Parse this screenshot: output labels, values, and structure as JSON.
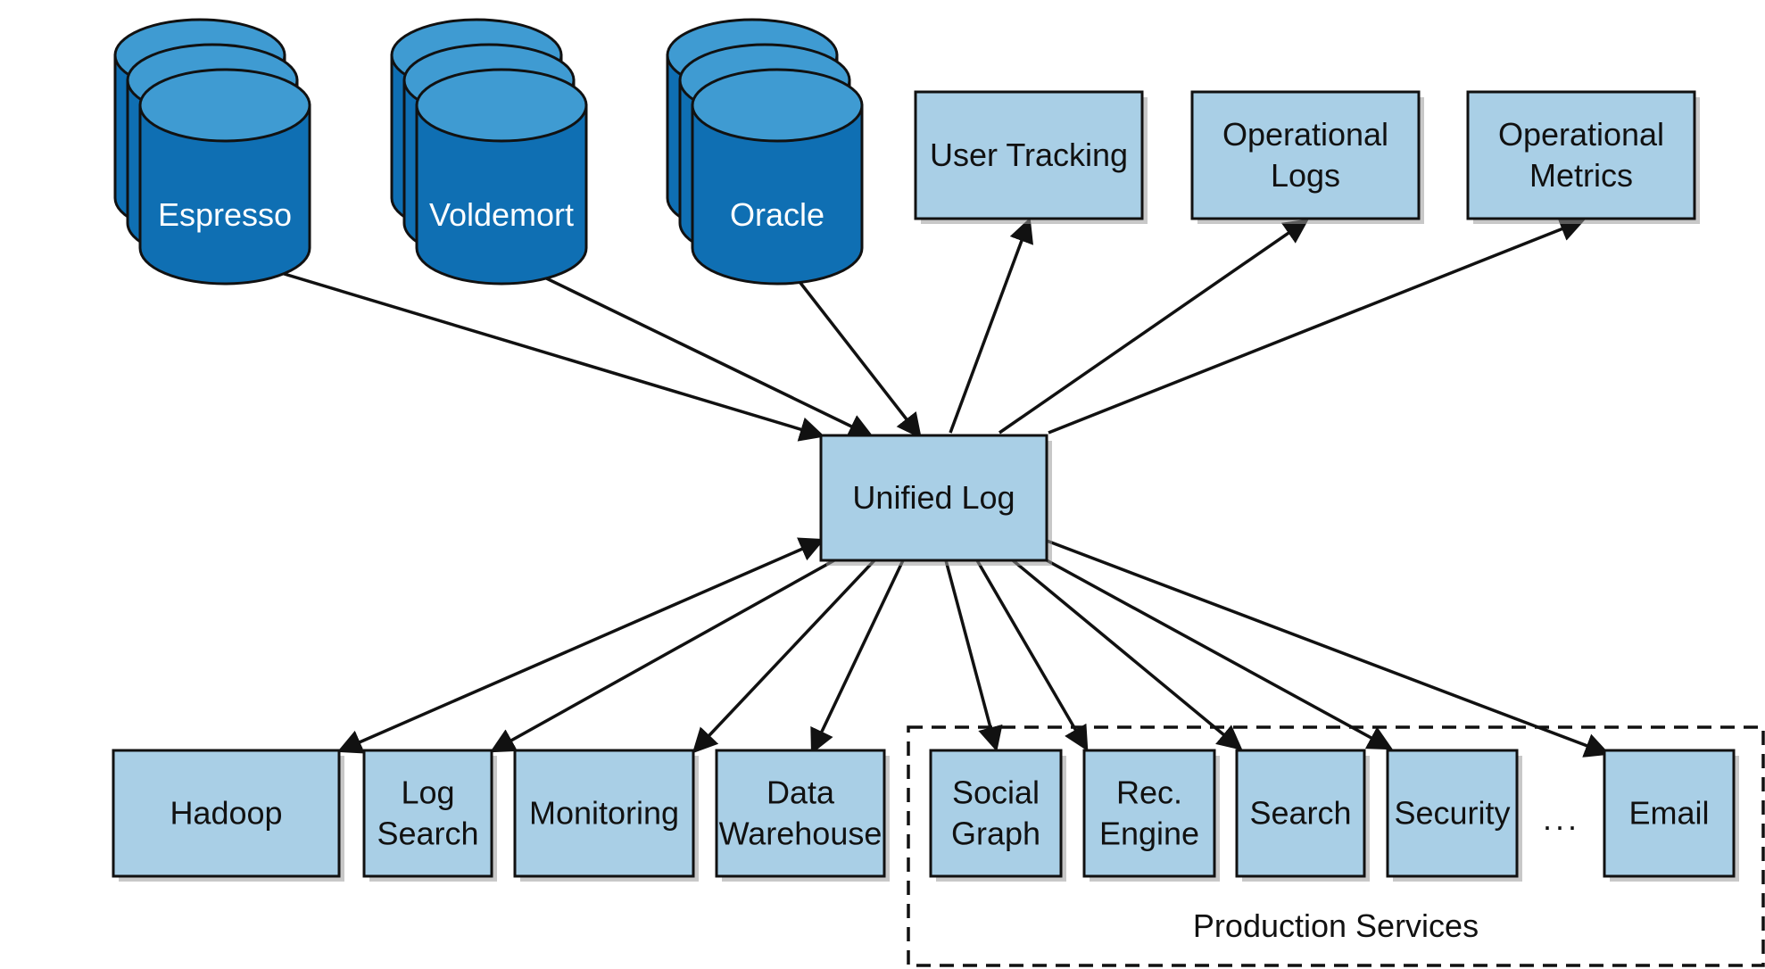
{
  "databases": [
    {
      "id": "espresso",
      "label": "Espresso"
    },
    {
      "id": "voldemort",
      "label": "Voldemort"
    },
    {
      "id": "oracle",
      "label": "Oracle"
    }
  ],
  "sources": [
    {
      "id": "user-tracking",
      "lines": [
        "User Tracking"
      ]
    },
    {
      "id": "operational-logs",
      "lines": [
        "Operational",
        "Logs"
      ]
    },
    {
      "id": "operational-metrics",
      "lines": [
        "Operational",
        "Metrics"
      ]
    }
  ],
  "hub": {
    "id": "unified-log",
    "lines": [
      "Unified Log"
    ]
  },
  "consumers": [
    {
      "id": "hadoop",
      "lines": [
        "Hadoop"
      ]
    },
    {
      "id": "log-search",
      "lines": [
        "Log",
        "Search"
      ]
    },
    {
      "id": "monitoring",
      "lines": [
        "Monitoring"
      ]
    },
    {
      "id": "data-warehouse",
      "lines": [
        "Data",
        "Warehouse"
      ]
    }
  ],
  "production_services": {
    "label": "Production Services",
    "ellipsis": "...",
    "items": [
      {
        "id": "social-graph",
        "lines": [
          "Social",
          "Graph"
        ]
      },
      {
        "id": "rec-engine",
        "lines": [
          "Rec.",
          "Engine"
        ]
      },
      {
        "id": "search",
        "lines": [
          "Search"
        ]
      },
      {
        "id": "security",
        "lines": [
          "Security"
        ]
      },
      {
        "id": "email",
        "lines": [
          "Email"
        ]
      }
    ]
  },
  "edges": [
    {
      "from": "unified-log",
      "to": "espresso",
      "direction": "both"
    },
    {
      "from": "unified-log",
      "to": "voldemort",
      "direction": "both"
    },
    {
      "from": "unified-log",
      "to": "oracle",
      "direction": "both"
    },
    {
      "from": "user-tracking",
      "to": "unified-log",
      "direction": "forward"
    },
    {
      "from": "operational-logs",
      "to": "unified-log",
      "direction": "forward"
    },
    {
      "from": "operational-metrics",
      "to": "unified-log",
      "direction": "forward"
    },
    {
      "from": "unified-log",
      "to": "hadoop",
      "direction": "both"
    },
    {
      "from": "unified-log",
      "to": "log-search",
      "direction": "forward"
    },
    {
      "from": "unified-log",
      "to": "monitoring",
      "direction": "forward"
    },
    {
      "from": "unified-log",
      "to": "data-warehouse",
      "direction": "forward"
    },
    {
      "from": "unified-log",
      "to": "social-graph",
      "direction": "forward"
    },
    {
      "from": "unified-log",
      "to": "rec-engine",
      "direction": "forward"
    },
    {
      "from": "unified-log",
      "to": "search",
      "direction": "forward"
    },
    {
      "from": "unified-log",
      "to": "security",
      "direction": "forward"
    },
    {
      "from": "unified-log",
      "to": "email",
      "direction": "forward"
    }
  ],
  "colors": {
    "box_fill": "#a9cfe6",
    "db_body": "#0f6fb3",
    "db_top": "#3f9bd2",
    "stroke": "#111111"
  }
}
